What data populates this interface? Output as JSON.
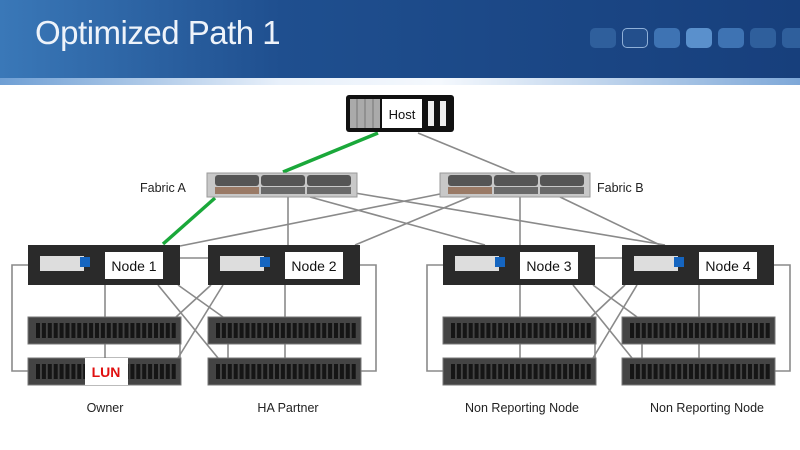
{
  "title": "Optimized Path 1",
  "host": {
    "label": "Host"
  },
  "fabrics": [
    {
      "label": "Fabric A"
    },
    {
      "label": "Fabric B"
    }
  ],
  "nodes": [
    {
      "label": "Node 1",
      "role": "Owner"
    },
    {
      "label": "Node 2",
      "role": "HA Partner"
    },
    {
      "label": "Node 3",
      "role": "Non Reporting Node"
    },
    {
      "label": "Node 4",
      "role": "Non Reporting Node"
    }
  ],
  "lun": {
    "label": "LUN",
    "color": "#e01010"
  },
  "colors": {
    "optimized_path": "#1aa83a",
    "link": "#8a8a8a",
    "header": "#1f4f8f"
  }
}
